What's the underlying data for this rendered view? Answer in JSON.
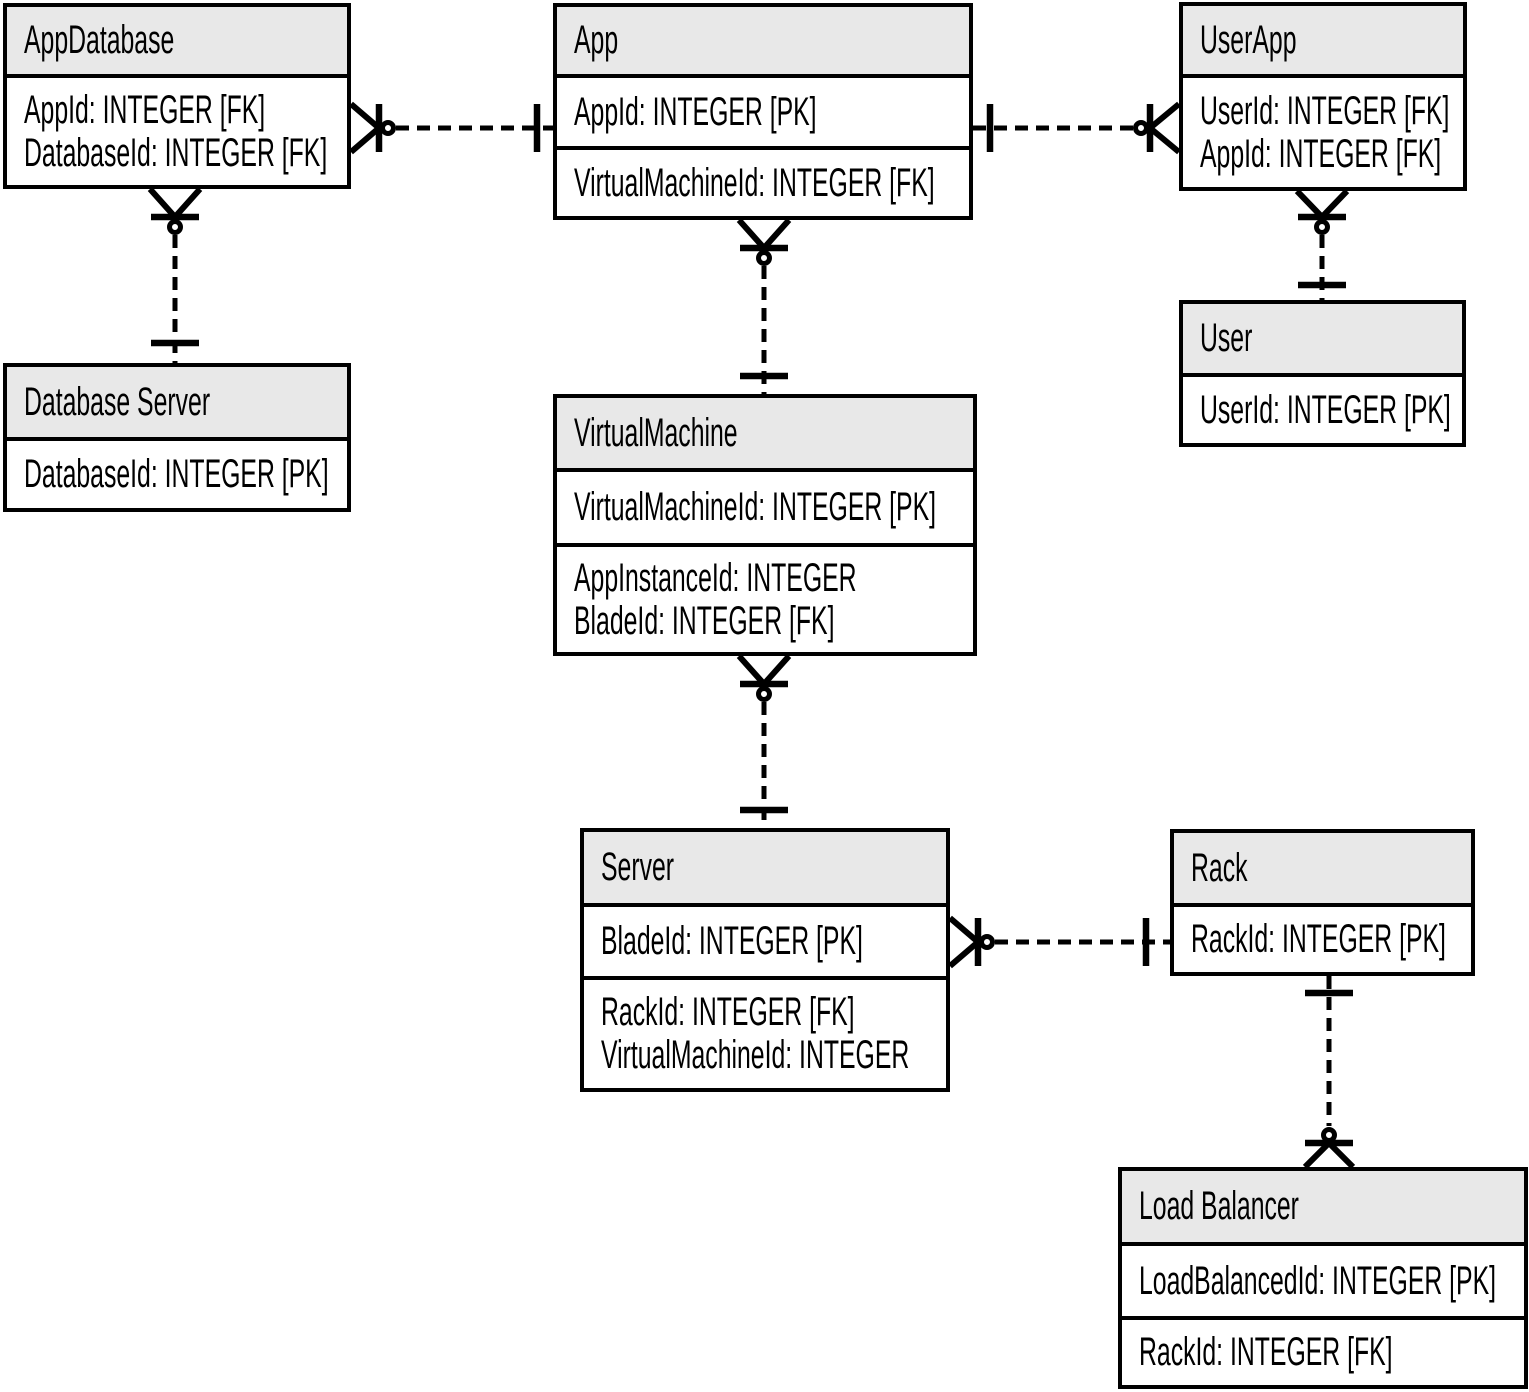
{
  "colors": {
    "header_fill": "#e8e8e8",
    "line": "#000000",
    "background": "#ffffff"
  },
  "entities": [
    {
      "id": "app-database",
      "title": "AppDatabase",
      "sections": [
        {
          "rows": [
            "AppId: INTEGER [FK]",
            "DatabaseId: INTEGER [FK]"
          ]
        }
      ]
    },
    {
      "id": "app",
      "title": "App",
      "sections": [
        {
          "rows": [
            "AppId: INTEGER [PK]"
          ]
        },
        {
          "rows": [
            "VirtualMachineId: INTEGER [FK]"
          ]
        }
      ]
    },
    {
      "id": "user-app",
      "title": "UserApp",
      "sections": [
        {
          "rows": [
            "UserId: INTEGER [FK]",
            "AppId: INTEGER [FK]"
          ]
        }
      ]
    },
    {
      "id": "database-server",
      "title": "Database Server",
      "sections": [
        {
          "rows": [
            "DatabaseId: INTEGER [PK]"
          ]
        }
      ]
    },
    {
      "id": "user",
      "title": "User",
      "sections": [
        {
          "rows": [
            "UserId: INTEGER [PK]"
          ]
        }
      ]
    },
    {
      "id": "virtual-machine",
      "title": "VirtualMachine",
      "sections": [
        {
          "rows": [
            "VirtualMachineId: INTEGER [PK]"
          ]
        },
        {
          "rows": [
            "AppInstanceId: INTEGER",
            "BladeId: INTEGER [FK]"
          ]
        }
      ]
    },
    {
      "id": "server",
      "title": "Server",
      "sections": [
        {
          "rows": [
            "BladeId: INTEGER [PK]"
          ]
        },
        {
          "rows": [
            "RackId: INTEGER [FK]",
            "VirtualMachineId: INTEGER"
          ]
        }
      ]
    },
    {
      "id": "rack",
      "title": "Rack",
      "sections": [
        {
          "rows": [
            "RackId: INTEGER [PK]"
          ]
        }
      ]
    },
    {
      "id": "load-balancer",
      "title": "Load Balancer",
      "sections": [
        {
          "rows": [
            "LoadBalancedId: INTEGER [PK]"
          ]
        },
        {
          "rows": [
            "RackId: INTEGER [FK]"
          ]
        }
      ]
    }
  ],
  "relationships": [
    {
      "from": "AppDatabase",
      "from_end": "zero-or-many",
      "to": "App",
      "to_end": "one",
      "line_style": "dashed"
    },
    {
      "from": "UserApp",
      "from_end": "zero-or-many",
      "to": "App",
      "to_end": "one",
      "line_style": "dashed"
    },
    {
      "from": "AppDatabase",
      "from_end": "zero-or-many",
      "to": "Database Server",
      "to_end": "one",
      "line_style": "dashed"
    },
    {
      "from": "UserApp",
      "from_end": "zero-or-many",
      "to": "User",
      "to_end": "one",
      "line_style": "dashed"
    },
    {
      "from": "App",
      "from_end": "zero-or-many",
      "to": "VirtualMachine",
      "to_end": "one",
      "line_style": "dashed"
    },
    {
      "from": "VirtualMachine",
      "from_end": "zero-or-many",
      "to": "Server",
      "to_end": "one",
      "line_style": "dashed"
    },
    {
      "from": "Server",
      "from_end": "zero-or-many",
      "to": "Rack",
      "to_end": "one",
      "line_style": "dashed"
    },
    {
      "from": "Load Balancer",
      "from_end": "zero-or-many",
      "to": "Rack",
      "to_end": "one",
      "line_style": "dashed"
    }
  ]
}
